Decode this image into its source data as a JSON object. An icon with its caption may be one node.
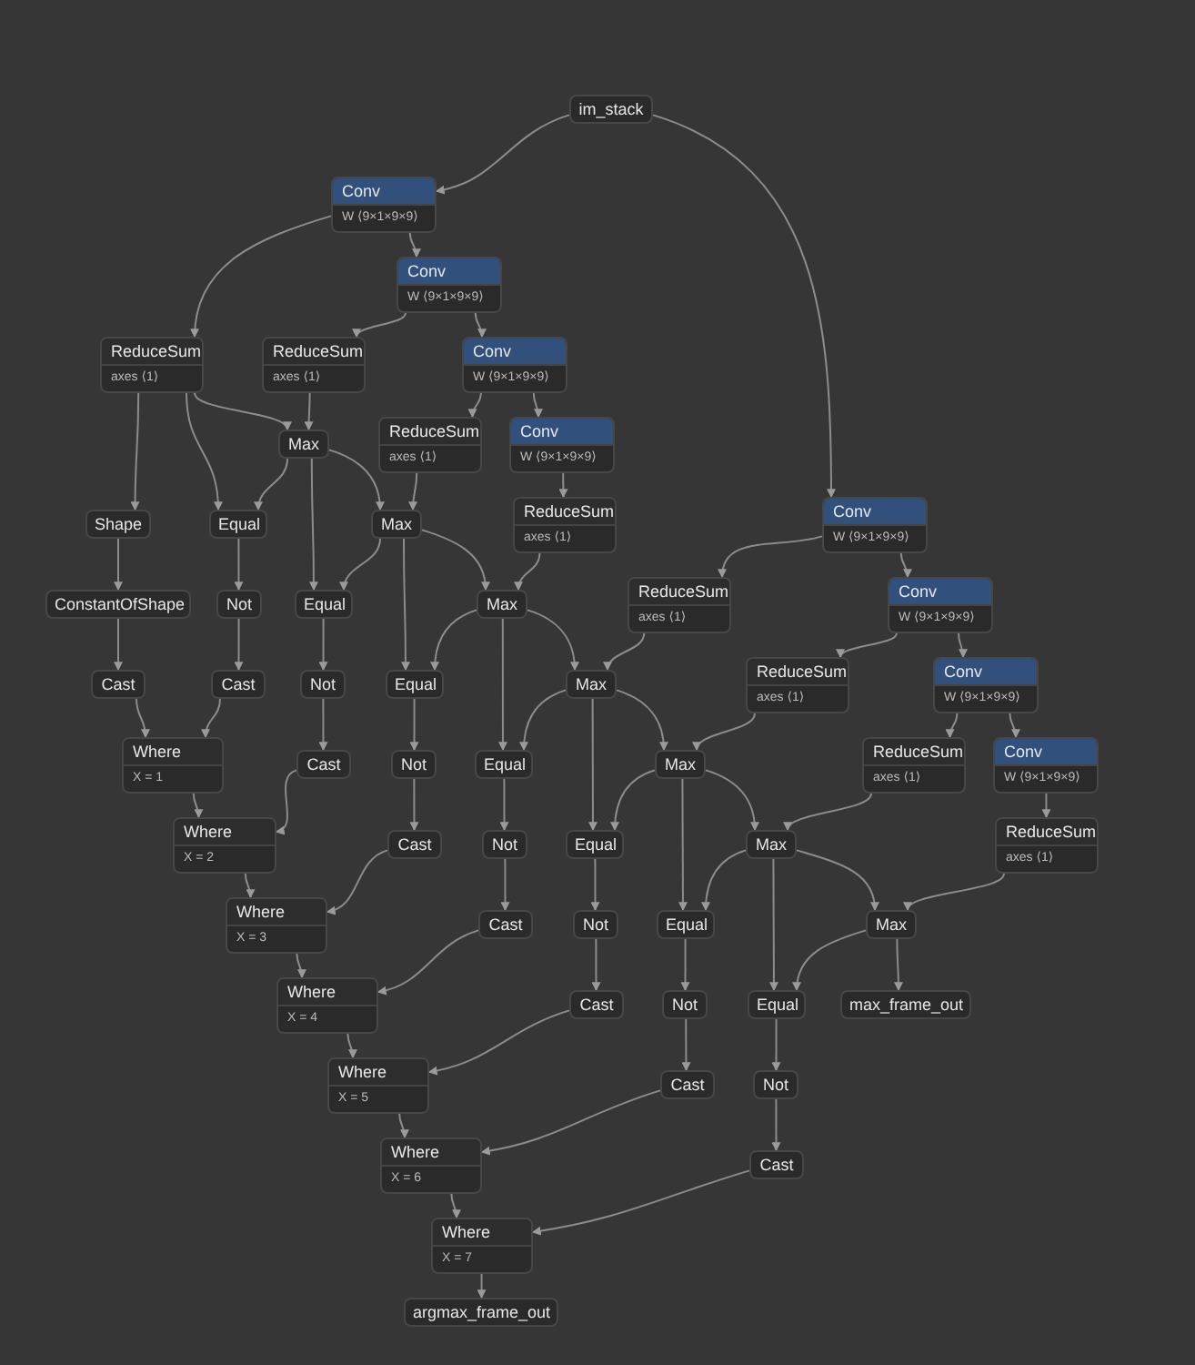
{
  "diagram": {
    "nodes": [
      {
        "text": [
          "im_stack"
        ]
      },
      {
        "text": [
          "Conv",
          "W ⟨9×1×9×9⟩"
        ]
      },
      {
        "text": [
          "Conv",
          "W ⟨9×1×9×9⟩"
        ]
      },
      {
        "text": [
          "ReduceSum",
          "axes ⟨1⟩"
        ]
      },
      {
        "text": [
          "ReduceSum",
          "axes ⟨1⟩"
        ]
      },
      {
        "text": [
          "Conv",
          "W ⟨9×1×9×9⟩"
        ]
      },
      {
        "text": [
          "Max"
        ]
      },
      {
        "text": [
          "ReduceSum",
          "axes ⟨1⟩"
        ]
      },
      {
        "text": [
          "Conv",
          "W ⟨9×1×9×9⟩"
        ]
      },
      {
        "text": [
          "ReduceSum",
          "axes ⟨1⟩"
        ]
      },
      {
        "text": [
          "Shape"
        ]
      },
      {
        "text": [
          "Equal"
        ]
      },
      {
        "text": [
          "Max"
        ]
      },
      {
        "text": [
          "Conv",
          "W ⟨9×1×9×9⟩"
        ]
      },
      {
        "text": [
          "ConstantOfShape"
        ]
      },
      {
        "text": [
          "Not"
        ]
      },
      {
        "text": [
          "Equal"
        ]
      },
      {
        "text": [
          "Max"
        ]
      },
      {
        "text": [
          "ReduceSum",
          "axes ⟨1⟩"
        ]
      },
      {
        "text": [
          "Conv",
          "W ⟨9×1×9×9⟩"
        ]
      },
      {
        "text": [
          "Cast"
        ]
      },
      {
        "text": [
          "Cast"
        ]
      },
      {
        "text": [
          "Not"
        ]
      },
      {
        "text": [
          "Equal"
        ]
      },
      {
        "text": [
          "Max"
        ]
      },
      {
        "text": [
          "ReduceSum",
          "axes ⟨1⟩"
        ]
      },
      {
        "text": [
          "Conv",
          "W ⟨9×1×9×9⟩"
        ]
      },
      {
        "text": [
          "Where",
          "X = 1"
        ]
      },
      {
        "text": [
          "Cast"
        ]
      },
      {
        "text": [
          "Not"
        ]
      },
      {
        "text": [
          "Equal"
        ]
      },
      {
        "text": [
          "Max"
        ]
      },
      {
        "text": [
          "ReduceSum",
          "axes ⟨1⟩"
        ]
      },
      {
        "text": [
          "Conv",
          "W ⟨9×1×9×9⟩"
        ]
      },
      {
        "text": [
          "Where",
          "X = 2"
        ]
      },
      {
        "text": [
          "Cast"
        ]
      },
      {
        "text": [
          "Not"
        ]
      },
      {
        "text": [
          "Equal"
        ]
      },
      {
        "text": [
          "Max"
        ]
      },
      {
        "text": [
          "ReduceSum",
          "axes ⟨1⟩"
        ]
      },
      {
        "text": [
          "Where",
          "X = 3"
        ]
      },
      {
        "text": [
          "Cast"
        ]
      },
      {
        "text": [
          "Not"
        ]
      },
      {
        "text": [
          "Equal"
        ]
      },
      {
        "text": [
          "Max"
        ]
      },
      {
        "text": [
          "Where",
          "X = 4"
        ]
      },
      {
        "text": [
          "Cast"
        ]
      },
      {
        "text": [
          "Not"
        ]
      },
      {
        "text": [
          "Equal"
        ]
      },
      {
        "text": [
          "max_frame_out"
        ]
      },
      {
        "text": [
          "Where",
          "X = 5"
        ]
      },
      {
        "text": [
          "Cast"
        ]
      },
      {
        "text": [
          "Not"
        ]
      },
      {
        "text": [
          "Where",
          "X = 6"
        ]
      },
      {
        "text": [
          "Cast"
        ]
      },
      {
        "text": [
          "Where",
          "X = 7"
        ]
      },
      {
        "text": [
          "argmax_frame_out"
        ]
      }
    ],
    "edges": [
      {
        "from": 0,
        "to": 1,
        "arrow": "to"
      },
      {
        "from": 0,
        "to": 13,
        "arrow": "to"
      },
      {
        "from": 1,
        "to": 3,
        "arrow": "to"
      },
      {
        "from": 1,
        "to": 2,
        "arrow": "to"
      },
      {
        "from": 2,
        "to": 4,
        "arrow": "to"
      },
      {
        "from": 2,
        "to": 5,
        "arrow": "to"
      },
      {
        "from": 5,
        "to": 7,
        "arrow": "to"
      },
      {
        "from": 5,
        "to": 8,
        "arrow": "to"
      },
      {
        "from": 8,
        "to": 9,
        "arrow": "to"
      },
      {
        "from": 3,
        "to": 10,
        "arrow": "to"
      },
      {
        "from": 3,
        "to": 11,
        "arrow": "to"
      },
      {
        "from": 3,
        "to": 6,
        "arrow": "to"
      },
      {
        "from": 4,
        "to": 6,
        "arrow": "to"
      },
      {
        "from": 6,
        "to": 11,
        "arrow": "to"
      },
      {
        "from": 6,
        "to": 16,
        "arrow": "to"
      },
      {
        "from": 6,
        "to": 12,
        "arrow": "to"
      },
      {
        "from": 7,
        "to": 12,
        "arrow": "to"
      },
      {
        "from": 12,
        "to": 16,
        "arrow": "to"
      },
      {
        "from": 12,
        "to": 23,
        "arrow": "to"
      },
      {
        "from": 12,
        "to": 17,
        "arrow": "to"
      },
      {
        "from": 9,
        "to": 17,
        "arrow": "to"
      },
      {
        "from": 17,
        "to": 23,
        "arrow": "to"
      },
      {
        "from": 17,
        "to": 30,
        "arrow": "to"
      },
      {
        "from": 17,
        "to": 24,
        "arrow": "to"
      },
      {
        "from": 18,
        "to": 24,
        "arrow": "to"
      },
      {
        "from": 24,
        "to": 30,
        "arrow": "to"
      },
      {
        "from": 24,
        "to": 37,
        "arrow": "to"
      },
      {
        "from": 24,
        "to": 31,
        "arrow": "to"
      },
      {
        "from": 25,
        "to": 31,
        "arrow": "to"
      },
      {
        "from": 31,
        "to": 37,
        "arrow": "to"
      },
      {
        "from": 31,
        "to": 43,
        "arrow": "to"
      },
      {
        "from": 31,
        "to": 38,
        "arrow": "to"
      },
      {
        "from": 32,
        "to": 38,
        "arrow": "to"
      },
      {
        "from": 38,
        "to": 43,
        "arrow": "to"
      },
      {
        "from": 38,
        "to": 48,
        "arrow": "to"
      },
      {
        "from": 38,
        "to": 44,
        "arrow": "to"
      },
      {
        "from": 39,
        "to": 44,
        "arrow": "to"
      },
      {
        "from": 44,
        "to": 48,
        "arrow": "to"
      },
      {
        "from": 44,
        "to": 49,
        "arrow": "to"
      },
      {
        "from": 13,
        "to": 18,
        "arrow": "to"
      },
      {
        "from": 13,
        "to": 19,
        "arrow": "to"
      },
      {
        "from": 19,
        "to": 25,
        "arrow": "to"
      },
      {
        "from": 19,
        "to": 26,
        "arrow": "to"
      },
      {
        "from": 26,
        "to": 32,
        "arrow": "to"
      },
      {
        "from": 26,
        "to": 33,
        "arrow": "to"
      },
      {
        "from": 33,
        "to": 39,
        "arrow": "to"
      },
      {
        "from": 10,
        "to": 14,
        "arrow": "to"
      },
      {
        "from": 14,
        "to": 20,
        "arrow": "to"
      },
      {
        "from": 20,
        "to": 27,
        "arrow": "to"
      },
      {
        "from": 11,
        "to": 15,
        "arrow": "to"
      },
      {
        "from": 15,
        "to": 21,
        "arrow": "to"
      },
      {
        "from": 21,
        "to": 27,
        "arrow": "to"
      },
      {
        "from": 16,
        "to": 22,
        "arrow": "to"
      },
      {
        "from": 22,
        "to": 28,
        "arrow": "to"
      },
      {
        "from": 28,
        "to": 34,
        "arrow": "to"
      },
      {
        "from": 27,
        "to": 34,
        "arrow": "to"
      },
      {
        "from": 23,
        "to": 29,
        "arrow": "to"
      },
      {
        "from": 29,
        "to": 35,
        "arrow": "to"
      },
      {
        "from": 35,
        "to": 40,
        "arrow": "to"
      },
      {
        "from": 34,
        "to": 40,
        "arrow": "to"
      },
      {
        "from": 30,
        "to": 36,
        "arrow": "to"
      },
      {
        "from": 36,
        "to": 41,
        "arrow": "to"
      },
      {
        "from": 41,
        "to": 45,
        "arrow": "to"
      },
      {
        "from": 40,
        "to": 45,
        "arrow": "to"
      },
      {
        "from": 37,
        "to": 42,
        "arrow": "to"
      },
      {
        "from": 42,
        "to": 46,
        "arrow": "to"
      },
      {
        "from": 46,
        "to": 50,
        "arrow": "to"
      },
      {
        "from": 45,
        "to": 50,
        "arrow": "to"
      },
      {
        "from": 43,
        "to": 47,
        "arrow": "to"
      },
      {
        "from": 47,
        "to": 51,
        "arrow": "to"
      },
      {
        "from": 51,
        "to": 53,
        "arrow": "to"
      },
      {
        "from": 50,
        "to": 53,
        "arrow": "to"
      },
      {
        "from": 48,
        "to": 52,
        "arrow": "to"
      },
      {
        "from": 52,
        "to": 54,
        "arrow": "to"
      },
      {
        "from": 54,
        "to": 55,
        "arrow": "to"
      },
      {
        "from": 53,
        "to": 55,
        "arrow": "to"
      },
      {
        "from": 55,
        "to": 56,
        "arrow": "to"
      }
    ]
  }
}
